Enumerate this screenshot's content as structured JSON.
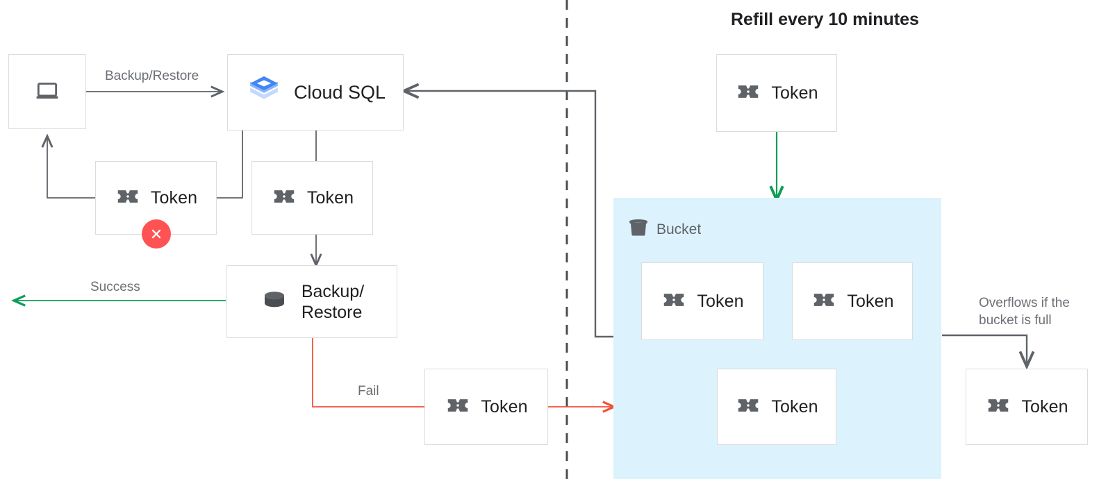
{
  "diagram": {
    "title": "Refill every 10 minutes",
    "bucket_label": "Bucket",
    "colors": {
      "green": "#0f9d58",
      "red": "#f4513a",
      "gray_line": "#5f6368",
      "box_border": "#dcdcdc",
      "bucket_fill": "#dcf2fd",
      "token_icon": "#5f6368",
      "x_badge": "#ff5252",
      "cloudsql_blue_dark": "#4285f4",
      "cloudsql_blue_mid": "#8ab4f8",
      "cloudsql_blue_light": "#c3d9fd"
    }
  },
  "nodes": {
    "client": {
      "label": "",
      "icon": "laptop-icon"
    },
    "cloud_sql": {
      "label": "Cloud SQL",
      "icon": "cloud-sql-icon"
    },
    "token_failed": {
      "label": "Token",
      "icon": "token-icon",
      "badge": "error-x-badge"
    },
    "token_consumed": {
      "label": "Token",
      "icon": "token-icon"
    },
    "backup_restore": {
      "label": "Backup/\nRestore",
      "line1": "Backup/",
      "line2": "Restore",
      "icon": "database-icon"
    },
    "token_fail_return": {
      "label": "Token",
      "icon": "token-icon"
    },
    "token_refill": {
      "label": "Token",
      "icon": "token-icon"
    },
    "bucket_token_1": {
      "label": "Token",
      "icon": "token-icon"
    },
    "bucket_token_2": {
      "label": "Token",
      "icon": "token-icon"
    },
    "bucket_token_3": {
      "label": "Token",
      "icon": "token-icon"
    },
    "token_overflow": {
      "label": "Token",
      "icon": "token-icon"
    }
  },
  "edges": {
    "backup_restore_label": "Backup/Restore",
    "success_label": "Success",
    "fail_label": "Fail",
    "overflow_label_line1": "Overflows if the",
    "overflow_label_line2": "bucket is full"
  }
}
